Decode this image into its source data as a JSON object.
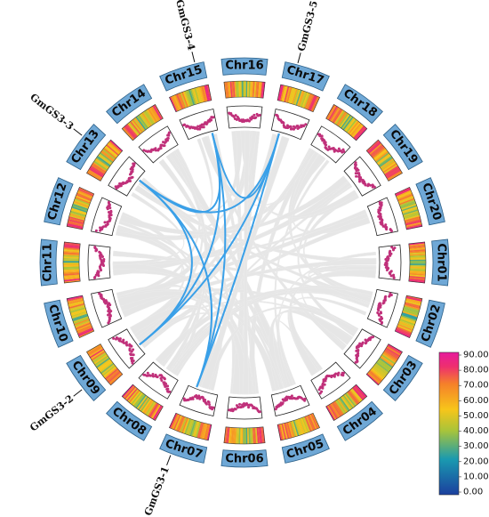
{
  "chromosomes": [
    "Chr01",
    "Chr02",
    "Chr03",
    "Chr04",
    "Chr05",
    "Chr06",
    "Chr07",
    "Chr08",
    "Chr09",
    "Chr10",
    "Chr11",
    "Chr12",
    "Chr13",
    "Chr14",
    "Chr15",
    "Chr16",
    "Chr17",
    "Chr18",
    "Chr19",
    "Chr20"
  ],
  "genes": [
    {
      "name": "GmGS3-1",
      "chr": "Chr07"
    },
    {
      "name": "GmGS3-2",
      "chr": "Chr09"
    },
    {
      "name": "GmGS3-3",
      "chr": "Chr13"
    },
    {
      "name": "GmGS3-4",
      "chr": "Chr15"
    },
    {
      "name": "GmGS3-5",
      "chr": "Chr17"
    }
  ],
  "links": [
    [
      "GmGS3-1",
      "GmGS3-3"
    ],
    [
      "GmGS3-1",
      "GmGS3-4"
    ],
    [
      "GmGS3-1",
      "GmGS3-5"
    ],
    [
      "GmGS3-2",
      "GmGS3-3"
    ],
    [
      "GmGS3-2",
      "GmGS3-4"
    ],
    [
      "GmGS3-2",
      "GmGS3-5"
    ],
    [
      "GmGS3-3",
      "GmGS3-4"
    ],
    [
      "GmGS3-3",
      "GmGS3-5"
    ],
    [
      "GmGS3-4",
      "GmGS3-5"
    ]
  ],
  "colors": {
    "chr_box": "#6fa8d6",
    "link": "#3aa0e8",
    "background_links": "#e6e6e6",
    "scatter": "#c0307a",
    "gradient": [
      "#1b3f9e",
      "#1a9ab0",
      "#a8c43a",
      "#f7c51a",
      "#f5802a",
      "#ee2f6e",
      "#e61a9c"
    ]
  },
  "legend": {
    "ticks": [
      "90.00",
      "80.00",
      "70.00",
      "60.00",
      "50.00",
      "40.00",
      "30.00",
      "20.00",
      "10.00",
      "0.00"
    ],
    "max": 90,
    "min": 0
  }
}
